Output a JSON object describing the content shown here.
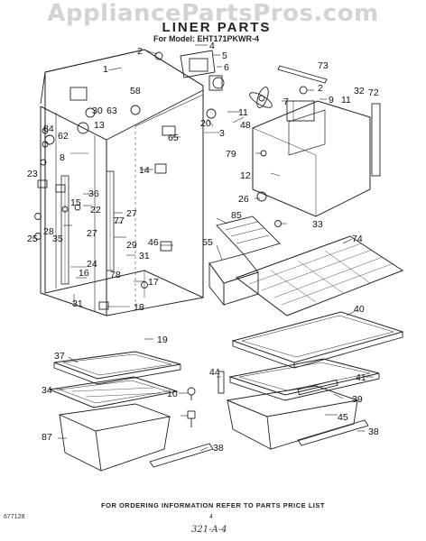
{
  "watermark": "AppliancePartsPros.com",
  "title": "LINER PARTS",
  "model": "For Model: EHT171PKWR-4",
  "footer": "FOR ORDERING INFORMATION REFER TO PARTS PRICE LIST",
  "doc_code": "677128",
  "page_num": "4",
  "page_ref": "321-A-4",
  "callouts": {
    "c1": "1",
    "c2a": "2",
    "c2b": "2",
    "c3": "3",
    "c4": "4",
    "c5": "5",
    "c6": "6",
    "c7": "7",
    "c8": "8",
    "c9": "9",
    "c10": "10",
    "c11a": "11",
    "c11b": "11",
    "c12": "12",
    "c13": "13",
    "c14": "14",
    "c15": "15",
    "c16": "16",
    "c17": "17",
    "c18": "18",
    "c19": "19",
    "c20": "20",
    "c22": "22",
    "c23": "23",
    "c24": "24",
    "c25": "25",
    "c26": "26",
    "c27a": "27",
    "c27b": "27",
    "c28": "28",
    "c29": "29",
    "c30": "30",
    "c31a": "31",
    "c31b": "31",
    "c32": "32",
    "c33": "33",
    "c34": "34",
    "c35": "35",
    "c36": "36",
    "c37": "37",
    "c38a": "38",
    "c38b": "38",
    "c39": "39",
    "c40": "40",
    "c41": "41",
    "c44": "44",
    "c45": "45",
    "c46": "46",
    "c48": "48",
    "c55": "55",
    "c58": "58",
    "c62": "62",
    "c63": "63",
    "c65": "65",
    "c72": "72",
    "c73": "73",
    "c74": "74",
    "c77": "77",
    "c78": "78",
    "c79": "79",
    "c84": "84",
    "c85": "85",
    "c87": "87"
  }
}
